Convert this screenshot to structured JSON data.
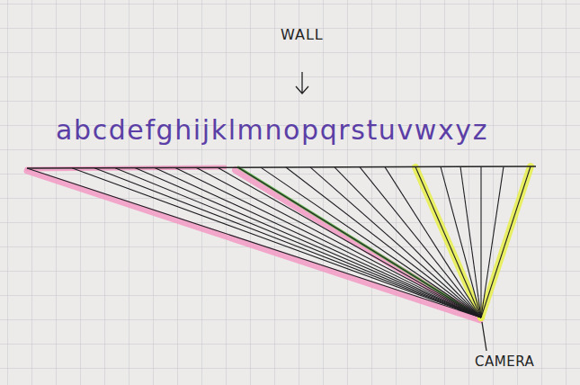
{
  "diagram": {
    "labels": [
      "WALL",
      "abcdefghijklmnopqrstuvwxyz",
      "CAMERA"
    ]
  }
}
